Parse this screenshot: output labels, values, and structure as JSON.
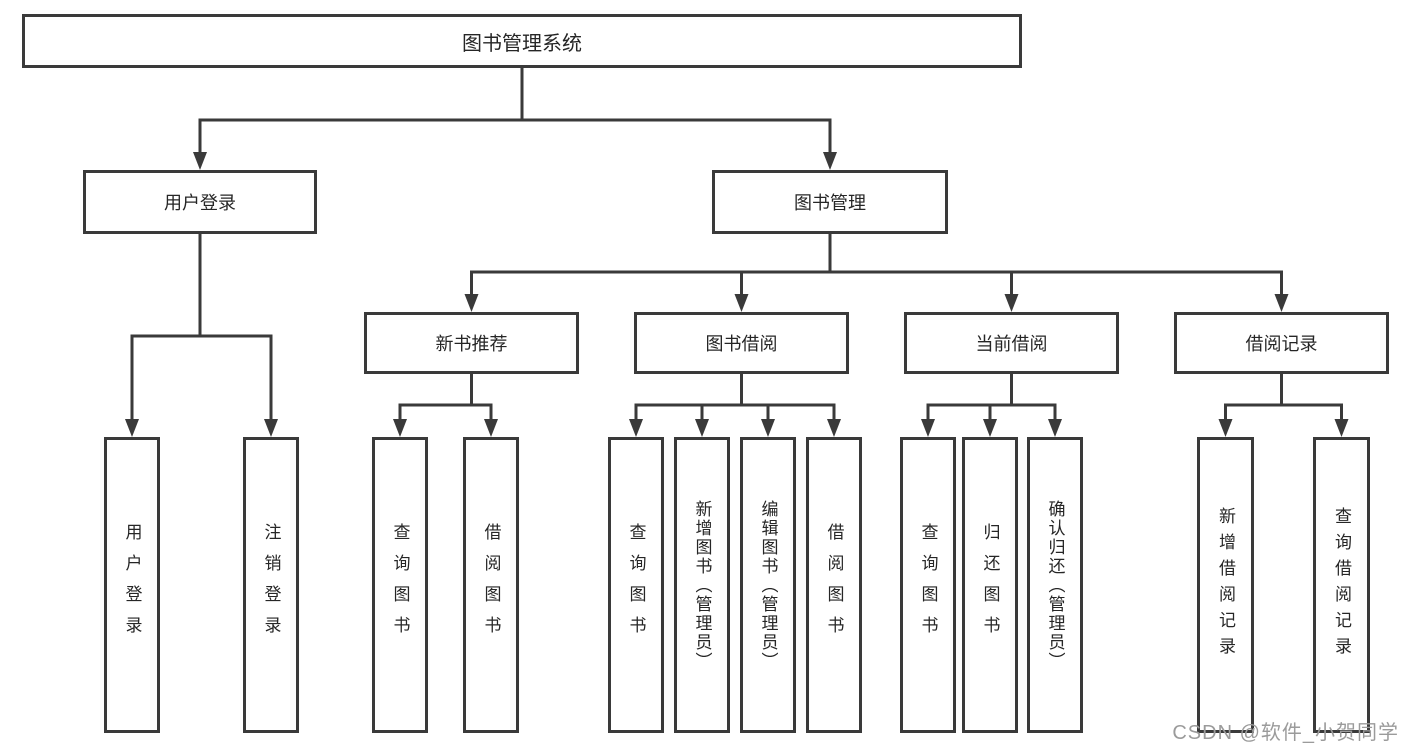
{
  "colors": {
    "line": "#3a3a3a",
    "text": "#262626",
    "background": "#ffffff",
    "watermark": "#9b9b9b"
  },
  "watermark": {
    "text": "CSDN @软件_小贺同学"
  },
  "tree": {
    "label": "图书管理系统",
    "children": [
      {
        "label": "用户登录",
        "children": [
          {
            "label": "用户登录"
          },
          {
            "label": "注销登录"
          }
        ]
      },
      {
        "label": "图书管理",
        "children": [
          {
            "label": "新书推荐",
            "children": [
              {
                "label": "查询图书"
              },
              {
                "label": "借阅图书"
              }
            ]
          },
          {
            "label": "图书借阅",
            "children": [
              {
                "label": "查询图书"
              },
              {
                "label": "新增图书（管理员）"
              },
              {
                "label": "编辑图书（管理员）"
              },
              {
                "label": "借阅图书"
              }
            ]
          },
          {
            "label": "当前借阅",
            "children": [
              {
                "label": "查询图书"
              },
              {
                "label": "归还图书"
              },
              {
                "label": "确认归还（管理员）"
              }
            ]
          },
          {
            "label": "借阅记录",
            "children": [
              {
                "label": "新增借阅记录"
              },
              {
                "label": "查询借阅记录"
              }
            ]
          }
        ]
      }
    ]
  }
}
